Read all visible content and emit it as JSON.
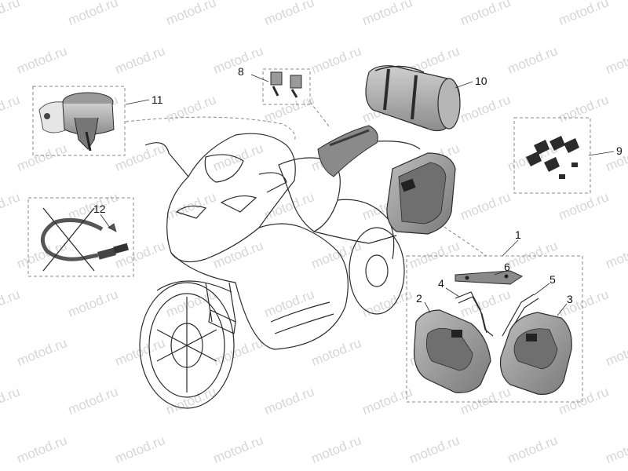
{
  "watermark": {
    "text": "motod.ru"
  },
  "diagram": {
    "callouts": [
      "1",
      "2",
      "3",
      "4",
      "5",
      "6",
      "8",
      "9",
      "10",
      "11",
      "12"
    ],
    "parts": [
      {
        "id": "1",
        "name": "side-case-kit"
      },
      {
        "id": "2",
        "name": "left-side-case"
      },
      {
        "id": "3",
        "name": "right-side-case"
      },
      {
        "id": "4",
        "name": "left-mounting-bracket"
      },
      {
        "id": "5",
        "name": "right-mounting-bracket"
      },
      {
        "id": "6",
        "name": "rear-support-bar"
      },
      {
        "id": "8",
        "name": "fixing-clips"
      },
      {
        "id": "9",
        "name": "fastener-kit"
      },
      {
        "id": "10",
        "name": "roll-bag"
      },
      {
        "id": "11",
        "name": "tank-bag"
      },
      {
        "id": "12",
        "name": "cable-lock"
      }
    ]
  },
  "colors": {
    "line": "#2b2b2b",
    "dash": "#888888",
    "case_fill": "#9e9e9e",
    "case_dark": "#6f6f6f",
    "bag_fill": "#b0b0b0",
    "watermark": "#d6d6d6"
  }
}
